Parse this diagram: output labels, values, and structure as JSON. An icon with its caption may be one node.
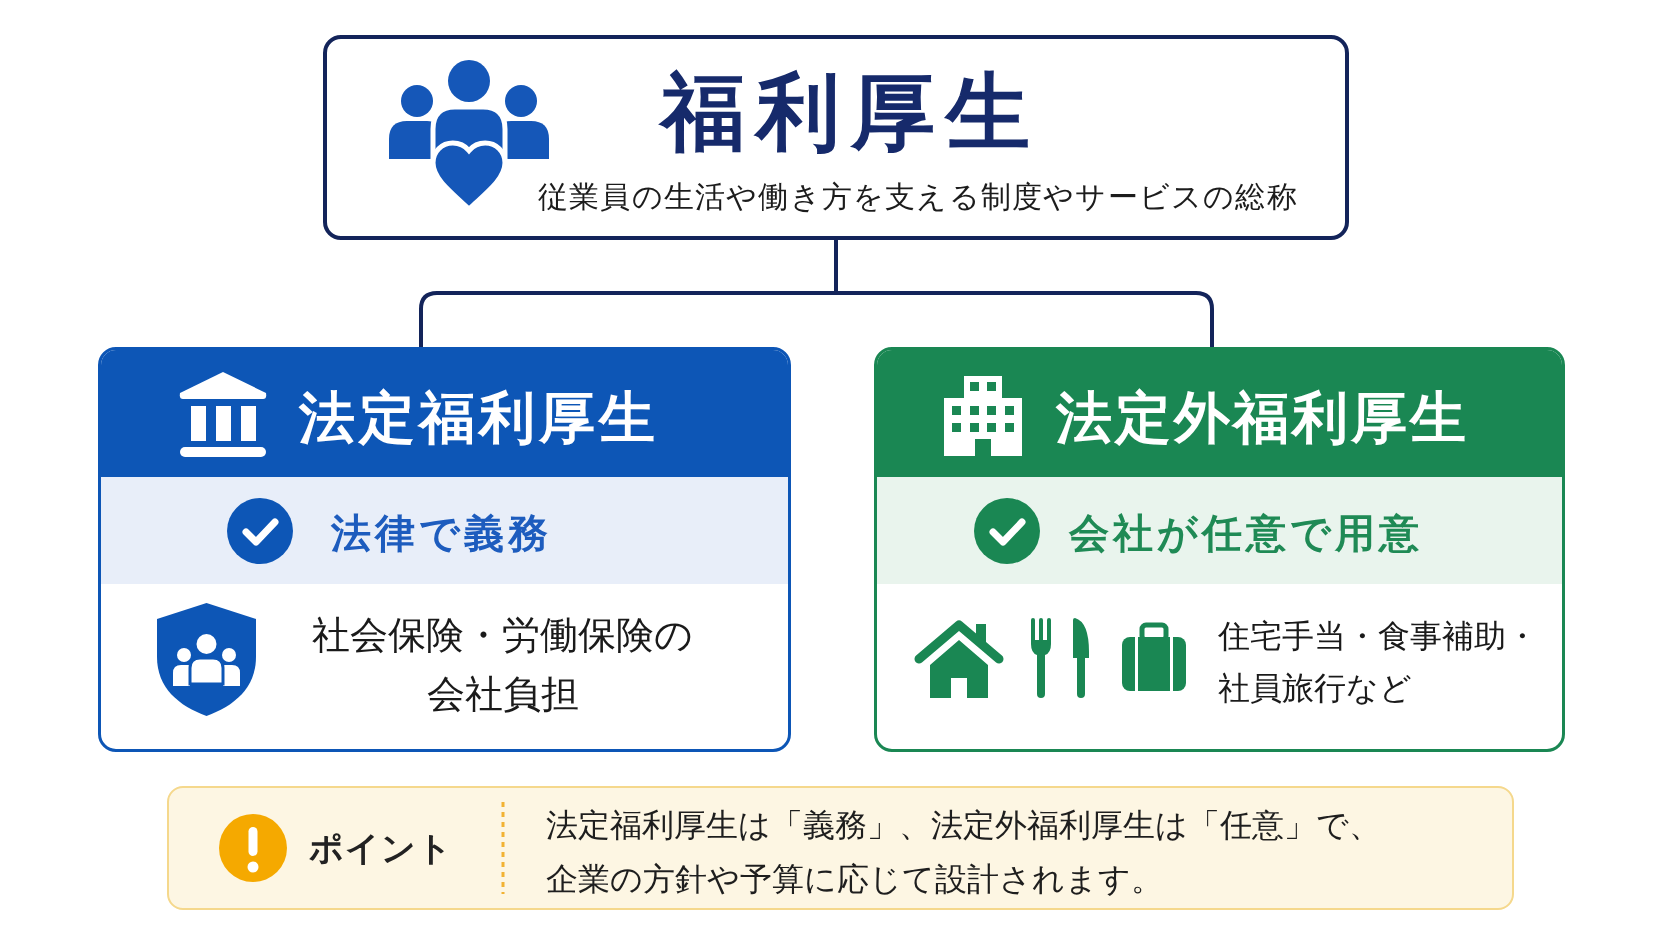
{
  "diagram": {
    "nodes": [
      {
        "text": [
          "福利厚生",
          "従業員の生活や働き方を支える制度やサービスの総称"
        ]
      },
      {
        "text": [
          "法定福利厚生",
          "社会保険・労働保険の会社負担"
        ]
      },
      {
        "text": [
          "法律で義務"
        ],
        "in": 1
      },
      {
        "text": [
          "法定外福利厚生",
          "住宅手当・食事補助・社員旅行など"
        ]
      },
      {
        "text": [
          "会社が任意で用意"
        ],
        "in": 3
      },
      {
        "text": [
          "ポイント",
          "法定福利厚生は「義務」、法定外福利厚生は「任意」で、企業の方針や予算に応じて設計されます。"
        ]
      }
    ],
    "edges": [
      {
        "from": 0,
        "to": 1,
        "arrow": "none"
      },
      {
        "from": 0,
        "to": 3,
        "arrow": "none"
      }
    ]
  }
}
